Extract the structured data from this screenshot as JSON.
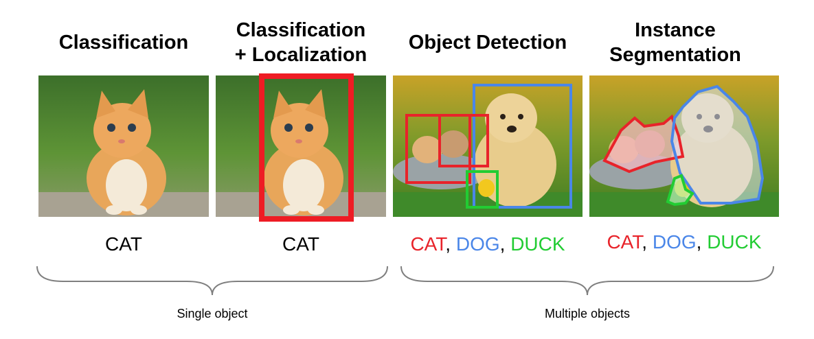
{
  "columns": [
    {
      "title_lines": [
        "Classification"
      ]
    },
    {
      "title_lines": [
        "Classification",
        "+ Localization"
      ]
    },
    {
      "title_lines": [
        "Object Detection"
      ]
    },
    {
      "title_lines": [
        "Instance",
        "Segmentation"
      ]
    }
  ],
  "labels": {
    "col1": "CAT",
    "col2": "CAT",
    "col3": [
      {
        "text": "CAT",
        "color": "#e8232a"
      },
      {
        "text": ", ",
        "color": "#000000"
      },
      {
        "text": "DOG",
        "color": "#4a86e8"
      },
      {
        "text": ", ",
        "color": "#000000"
      },
      {
        "text": "DUCK",
        "color": "#22cc33"
      }
    ],
    "col4": [
      {
        "text": "CAT",
        "color": "#e8232a"
      },
      {
        "text": ", ",
        "color": "#000000"
      },
      {
        "text": "DOG",
        "color": "#4a86e8"
      },
      {
        "text": ", ",
        "color": "#000000"
      },
      {
        "text": "DUCK",
        "color": "#22cc33"
      }
    ]
  },
  "groups": {
    "single": "Single object",
    "multiple": "Multiple objects"
  },
  "colors": {
    "cat": "#e8232a",
    "dog": "#4a86e8",
    "duck": "#22cc33",
    "brace": "#7f7f7f"
  },
  "icons": [
    "kitten-photo",
    "kitten-photo",
    "pets-photo",
    "pets-photo"
  ]
}
